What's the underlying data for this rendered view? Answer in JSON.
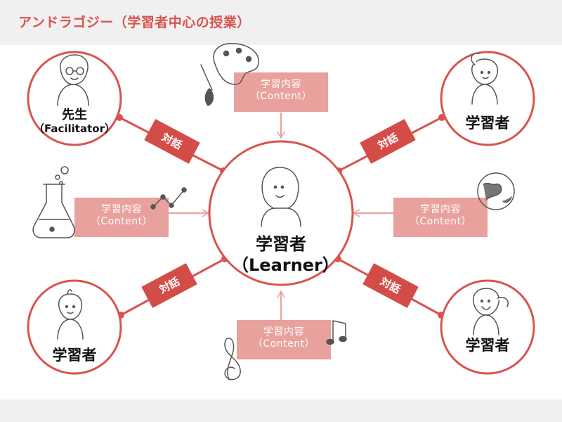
{
  "title": "アンドラゴジー（学習者中心の授業）",
  "colors": {
    "accent": "#d9534f",
    "content_box": "#e8a19c",
    "dialogue_box": "#d44c48",
    "band": "#f0f0f0"
  },
  "center": {
    "label": "学習者",
    "sublabel": "（Learner）"
  },
  "teacher": {
    "label": "先生",
    "sublabel": "（Facilitator）"
  },
  "learners": {
    "top_right": "学習者",
    "bottom_left": "学習者",
    "bottom_right": "学習者"
  },
  "dialogue_label": "対話",
  "content": {
    "label": "学習内容",
    "sublabel": "（Content）"
  },
  "icons": {
    "teacher": "teacher-face-icon",
    "learner": "learner-face-icon",
    "palette": "paint-palette-icon",
    "flask": "flask-icon",
    "graph": "line-graph-icon",
    "globe": "globe-icon",
    "music": "music-note-icon"
  }
}
